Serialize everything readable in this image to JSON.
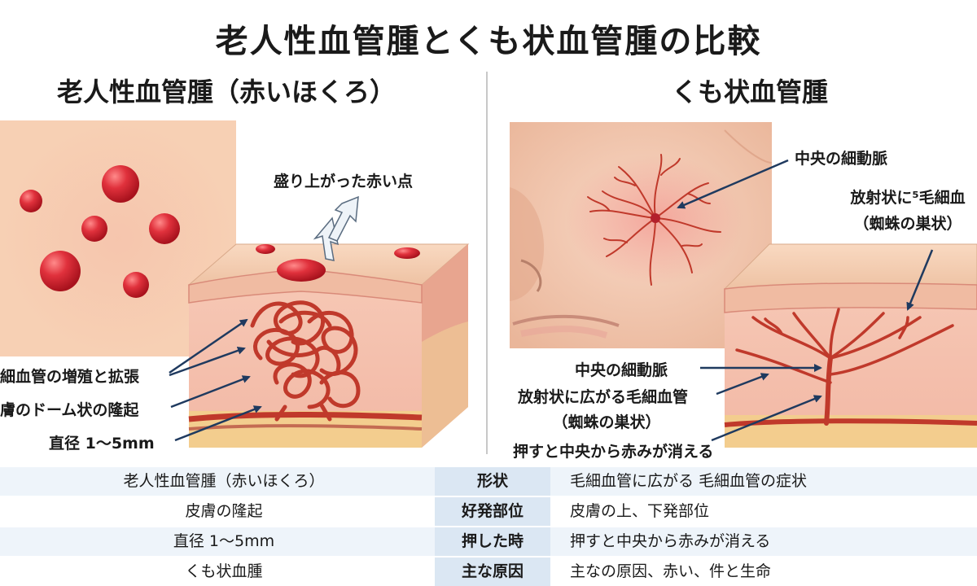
{
  "title": "老人性血管腫とくも状血管腫の比較",
  "left": {
    "heading": "老人性血管腫（赤いほくろ）",
    "label_raised": "盛り上がった赤い点",
    "label_vessels": "細血管の増殖と拡張",
    "label_dome": "膚のドーム状の隆起",
    "label_diameter": "直径 1～5mm"
  },
  "right": {
    "heading": "くも状血管腫",
    "label_central_top": "中央の細動脈",
    "label_radial_top_1": "放射状に⁵毛細血",
    "label_radial_top_2": "（蜘蛛の巣状）",
    "label_central_mid": "中央の細動脈",
    "label_radial_mid_1": "放射状に広がる毛細血管",
    "label_radial_mid_2": "（蜘蛛の巣状）",
    "label_press": "押すと中央から赤みが消える"
  },
  "table": {
    "rows": [
      {
        "left": "老人性血管腫（赤いほくろ）",
        "key": "形状",
        "right": "毛細血管に広がる  毛細血管の症状"
      },
      {
        "left": "皮膚の隆起",
        "key": "好発部位",
        "right": "皮膚の上、下発部位"
      },
      {
        "left": "直径 1～5mm",
        "key": "押した時",
        "right": "押すと中央から赤みが消える"
      },
      {
        "left": "くも状血腫",
        "key": "主な原因",
        "right": "主なの原因、赤い、件と生命"
      }
    ]
  },
  "colors": {
    "skin": "#f7d3b8",
    "angioma_red": "#d2222e",
    "vessel": "#c0392b",
    "arrow": "#1f3a5f",
    "table_key_bg": "#dbe7f3",
    "row_stripe": "#eef4fa"
  }
}
